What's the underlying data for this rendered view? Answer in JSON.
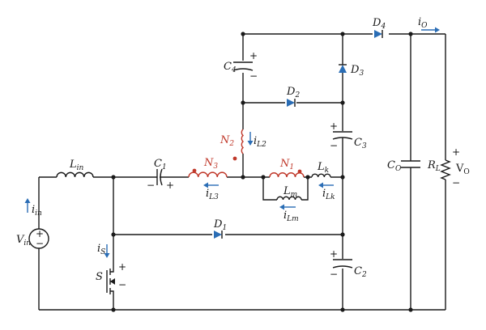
{
  "components": {
    "vin": {
      "main": "V",
      "sub": "in"
    },
    "lin": {
      "main": "L",
      "sub": "in"
    },
    "c1": {
      "main": "C",
      "sub": "1"
    },
    "c2": {
      "main": "C",
      "sub": "2"
    },
    "c3": {
      "main": "C",
      "sub": "3"
    },
    "c4": {
      "main": "C",
      "sub": "4"
    },
    "co": {
      "main": "C",
      "sub": "O"
    },
    "rl": {
      "main": "R",
      "sub": "L"
    },
    "vo": {
      "main": "V",
      "sub": "O"
    },
    "n1": {
      "main": "N",
      "sub": "1"
    },
    "n2": {
      "main": "N",
      "sub": "2"
    },
    "n3": {
      "main": "N",
      "sub": "3"
    },
    "lm": {
      "main": "L",
      "sub": "m"
    },
    "lk": {
      "main": "L",
      "sub": "k"
    },
    "d1": {
      "main": "D",
      "sub": "1"
    },
    "d2": {
      "main": "D",
      "sub": "2"
    },
    "d3": {
      "main": "D",
      "sub": "3"
    },
    "d4": {
      "main": "D",
      "sub": "4"
    },
    "s": {
      "main": "S"
    }
  },
  "currents": {
    "iin": {
      "main": "i",
      "sub": "in"
    },
    "is": {
      "main": "i",
      "sub": "S"
    },
    "io": {
      "main": "i",
      "sub": "O"
    },
    "il2": {
      "main": "i",
      "sub": "L2"
    },
    "il3": {
      "main": "i",
      "sub": "L3"
    },
    "ilm": {
      "main": "i",
      "sub": "Lm"
    },
    "ilk": {
      "main": "i",
      "sub": "Lk"
    }
  },
  "polarity": {
    "plus": "+",
    "minus": "−"
  },
  "colors": {
    "wire": "#1a1a1a",
    "current_arrow": "#2a6db5",
    "coupled_winding": "#c0392b"
  }
}
